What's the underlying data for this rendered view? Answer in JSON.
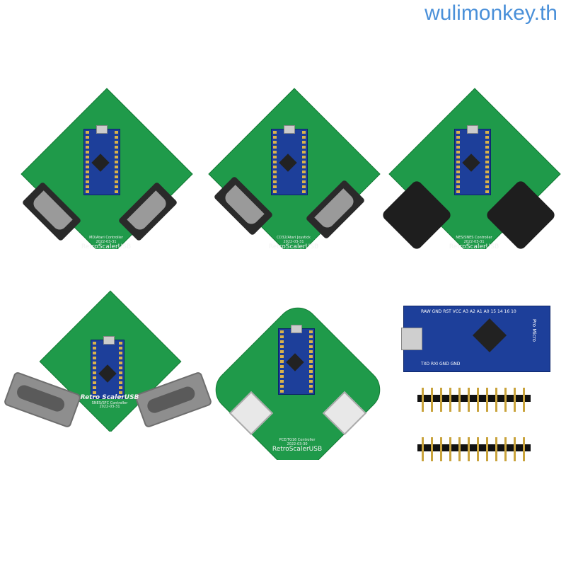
{
  "watermark": "wulimonkey.th",
  "boards": [
    {
      "controller_label": "MD/Atari Controller",
      "date": "2022-03-31",
      "brand": "RetroScalerUSB"
    },
    {
      "controller_label": "CD32/Atari Joystick",
      "date": "2022-03-31",
      "brand": "RetroScalerUSB"
    },
    {
      "controller_label": "NES/SNES Controller",
      "date": "2022-03-31",
      "brand": "RetroScalerUSB"
    },
    {
      "controller_label": "SNES/SFC Controller",
      "date": "2022-03-31",
      "brand": "Retro ScalerUSB"
    },
    {
      "controller_label": "PCE/TG16 Controller",
      "date": "2022-03-30",
      "brand": "RetroScalerUSB"
    }
  ],
  "pro_micro": {
    "pin_labels": "RAW GND RST VCC A3 A2 A1 A0 15 14 16 10",
    "bottom_labels": "TXO RXI GND GND",
    "name": "Pro Micro"
  },
  "colors": {
    "pcb": "#1f9a4a",
    "pro_micro": "#1d3f9a",
    "watermark": "#4a90d9"
  }
}
